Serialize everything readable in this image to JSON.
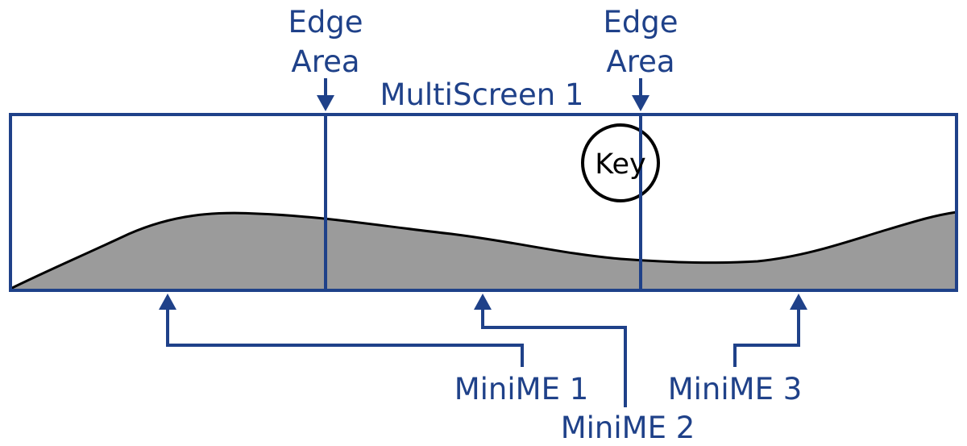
{
  "colors": {
    "accent": "#1f4189",
    "terrain_fill": "#9b9b9b",
    "terrain_outline": "#000000",
    "background": "#ffffff"
  },
  "multiscreen": {
    "label": "MultiScreen 1"
  },
  "edges": [
    {
      "line1": "Edge",
      "line2": "Area"
    },
    {
      "line1": "Edge",
      "line2": "Area"
    }
  ],
  "key": {
    "label": "Key"
  },
  "minimes": [
    {
      "label": "MiniME 1"
    },
    {
      "label": "MiniME 2"
    },
    {
      "label": "MiniME 3"
    }
  ]
}
